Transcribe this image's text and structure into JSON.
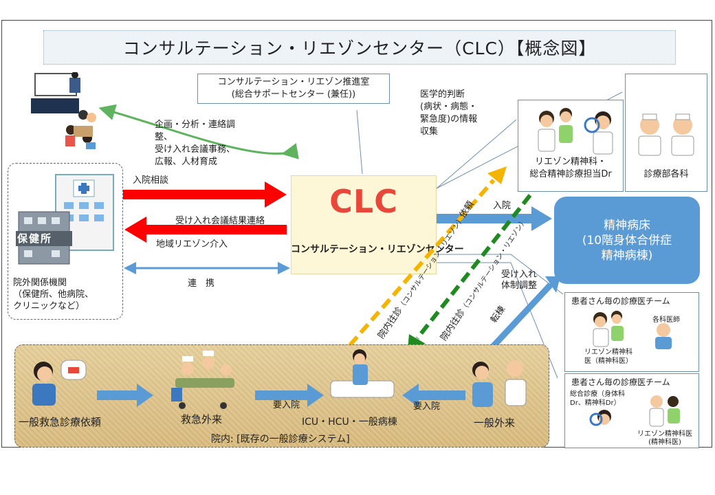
{
  "title": "コンサルテーション・リエゾンセンター（CLC）【概念図】",
  "promotion_office": {
    "line1": "コンサルテーション・リエゾン推進室",
    "line2": "(総合サポートセンター (兼任))"
  },
  "planning_note": [
    "企画・分析・連絡調",
    "整、",
    "受け入れ会議事務、",
    "広報、人材育成"
  ],
  "medical_judgement": [
    "医学的判断",
    "(病状・病態・",
    "緊急度)の情報",
    "収集"
  ],
  "clc": {
    "big": "CLC",
    "sub": "コンサルテーション・リエゾンセンター"
  },
  "outside": {
    "health_center": "保健所",
    "lines": [
      "院外関係機関",
      "（保健所、他病院、",
      "クリニックなど）"
    ]
  },
  "arrows": {
    "admission_consult": "入院相談",
    "meeting_result": "受け入れ会議結果連絡",
    "regional_liaison": "地域リエゾン介入",
    "cooperation": "連　携",
    "admit": "入院",
    "accept_adjust": [
      "受け入れ",
      "体制調整"
    ],
    "transfer": "転棟",
    "request_main": "院内往診",
    "request_sub": "（コンサルテーション・リエゾン）",
    "request_suffix": "依頼",
    "visit_main": "院内往診",
    "visit_sub": "（コンサルテーション・リエゾン）",
    "need_admit1": "要入院",
    "need_admit2": "要入院"
  },
  "liaison_box": [
    "リエゾン精神科・",
    "総合精神診療担当Dr"
  ],
  "depts_box": "診療部各科",
  "ward": [
    "精神病床",
    "(10階身体合併症",
    "精神病棟)"
  ],
  "team1": {
    "title": "患者さん毎の診療医チーム",
    "doc1": [
      "リエゾン精神科",
      "医（精神科医）"
    ],
    "doc2": "各科医師"
  },
  "team2": {
    "title": "患者さん毎の診療医チーム",
    "doc1": [
      "総合診療（身体科",
      "Dr、精神科Dr）"
    ],
    "doc2": [
      "リエゾン精神科医",
      "(精神科医)"
    ]
  },
  "inside": {
    "emergency_request": "一般救急診療依頼",
    "emergency_outpatient": "救急外来",
    "wards": "ICU・HCU・一般病棟",
    "general_outpatient": "一般外来",
    "system": "院内: [既存の一般診療システム]"
  },
  "colors": {
    "red": "#ff0000",
    "blue": "#5b9bd5",
    "green": "#2e8b2e",
    "yellow": "#f4b400",
    "clc_text": "#e8473a"
  }
}
